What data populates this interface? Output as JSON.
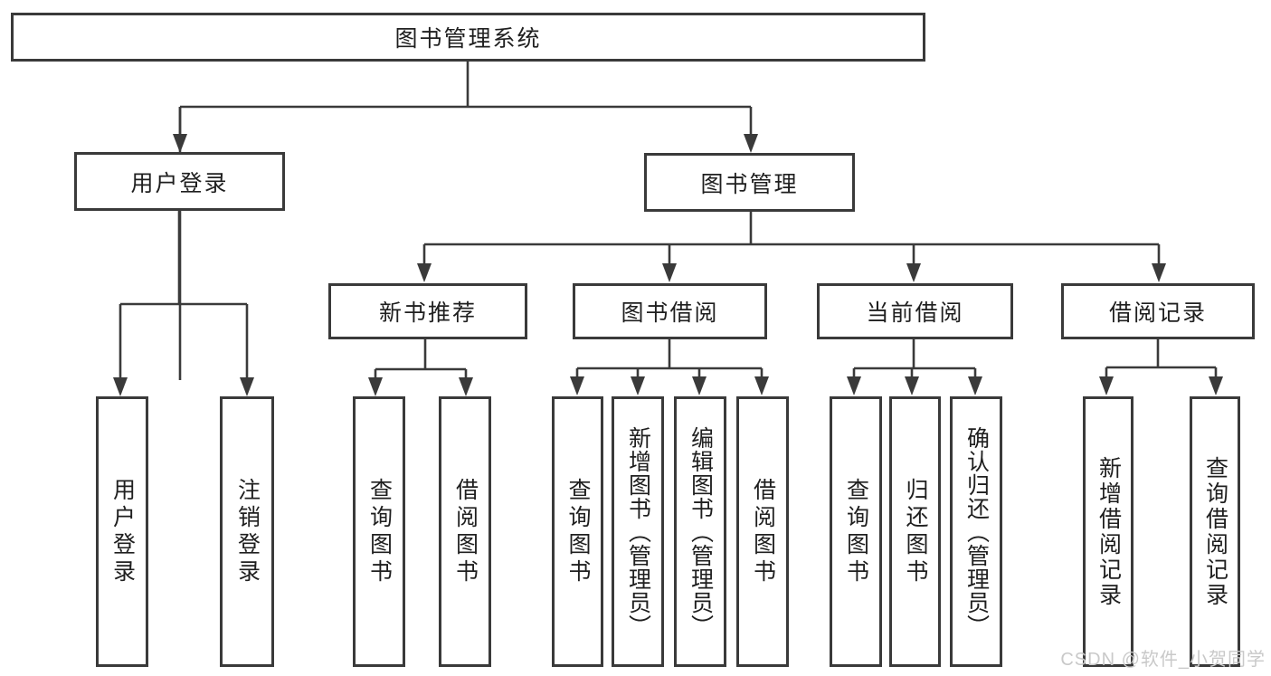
{
  "diagram": {
    "title": "图书管理系统",
    "watermark": "CSDN @软件_小贺同学",
    "colors": {
      "line": "#3a3a3a",
      "box_border": "#3a3a3a",
      "text": "#1f1f1f",
      "background": "#ffffff",
      "watermark_text": "#c9c9c9"
    },
    "nodes": {
      "root": {
        "label": "图书管理系统"
      },
      "user_login_branch": {
        "label": "用户登录"
      },
      "book_mgmt_branch": {
        "label": "图书管理"
      },
      "new_book_rec": {
        "label": "新书推荐"
      },
      "book_borrow": {
        "label": "图书借阅"
      },
      "current_borrow": {
        "label": "当前借阅"
      },
      "borrow_records": {
        "label": "借阅记录"
      },
      "leaf_user_login": {
        "label": "用户登录"
      },
      "leaf_logout": {
        "label": "注销登录"
      },
      "leaf_query_book_rec": {
        "label": "查询图书"
      },
      "leaf_borrow_book_rec": {
        "label": "借阅图书"
      },
      "leaf_query_book_borrow": {
        "label": "查询图书"
      },
      "leaf_add_book_admin": {
        "label": "新增图书（管理员）"
      },
      "leaf_edit_book_admin": {
        "label": "编辑图书（管理员）"
      },
      "leaf_borrow_book_borrow": {
        "label": "借阅图书"
      },
      "leaf_query_book_current": {
        "label": "查询图书"
      },
      "leaf_return_book": {
        "label": "归还图书"
      },
      "leaf_confirm_return_admin": {
        "label": "确认归还（管理员）"
      },
      "leaf_add_borrow_record": {
        "label": "新增借阅记录"
      },
      "leaf_query_borrow_record": {
        "label": "查询借阅记录"
      }
    },
    "hierarchy": {
      "图书管理系统": {
        "用户登录": [
          "用户登录",
          "注销登录"
        ],
        "图书管理": {
          "新书推荐": [
            "查询图书",
            "借阅图书"
          ],
          "图书借阅": [
            "查询图书",
            "新增图书（管理员）",
            "编辑图书（管理员）",
            "借阅图书"
          ],
          "当前借阅": [
            "查询图书",
            "归还图书",
            "确认归还（管理员）"
          ],
          "借阅记录": [
            "新增借阅记录",
            "查询借阅记录"
          ]
        }
      }
    }
  }
}
